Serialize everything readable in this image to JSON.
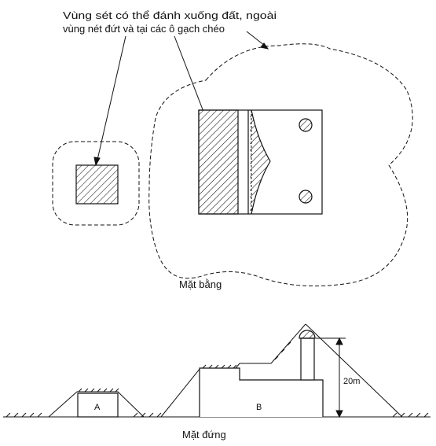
{
  "annotation": {
    "line1": "Vùng sét có thể đánh xuống đất, ngoài",
    "line2": "vùng nét đứt và tại các ô gạch chéo"
  },
  "plan": {
    "caption": "Mặt bằng"
  },
  "elevation": {
    "caption": "Mặt đứng",
    "building_a_label": "A",
    "building_b_label": "B",
    "height_label": "20m"
  }
}
